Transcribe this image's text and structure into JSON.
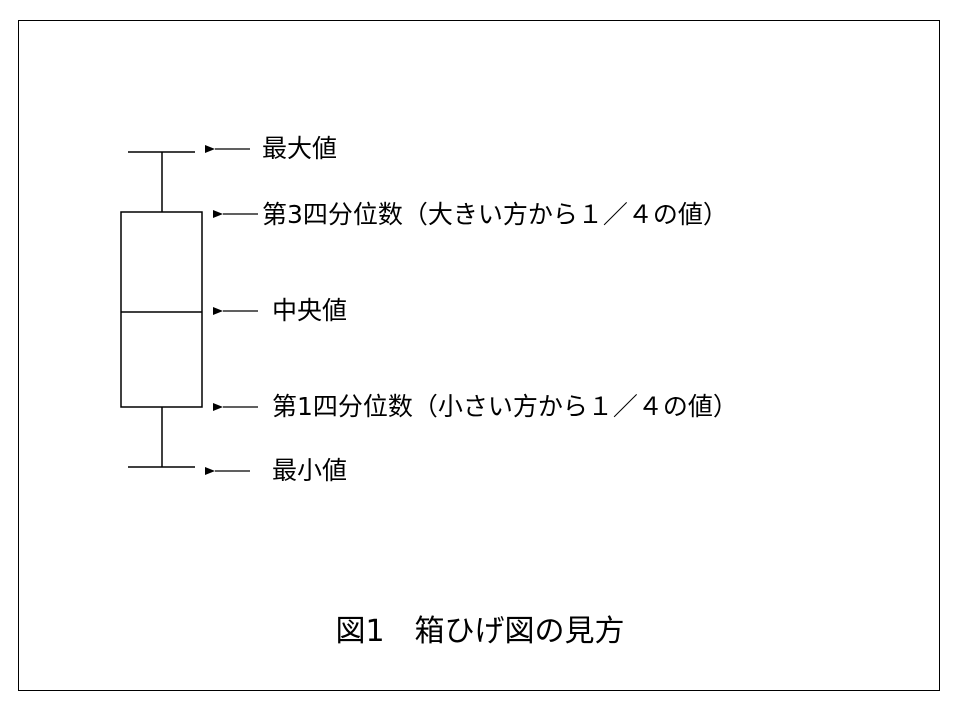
{
  "diagram": {
    "labels": {
      "maximum": "最大値",
      "third_quartile": "第3四分位数（大きい方から１／４の値）",
      "median": "中央値",
      "first_quartile": "第1四分位数（小さい方から１／４の値）",
      "minimum": "最小値"
    },
    "caption": "図1　箱ひげ図の見方"
  }
}
